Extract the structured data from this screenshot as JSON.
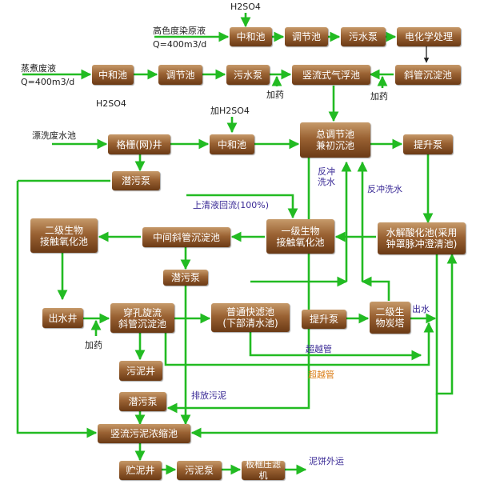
{
  "boxes": {
    "neutral_top": "中和池",
    "adjust_top": "调节池",
    "pump_top": "污水泵",
    "electrochem": "电化学处理",
    "neutral_mid": "中和池",
    "adjust_mid": "调节池",
    "pump_mid": "污水泵",
    "vertical_float": "竖流式气浮池",
    "incline_sed_top": "斜管沉淀池",
    "grid_well": "格栅(网)井",
    "neutral_row3": "中和池",
    "total_adjust": "总调节池\n兼初沉池",
    "lift_pump": "提升泵",
    "submersible_1": "潜污泵",
    "bio2_contact": "二级生物\n接触氧化池",
    "mid_incline_sed": "中间斜管沉淀池",
    "bio1_contact": "一级生物\n接触氧化池",
    "hydrolysis": "水解酸化池(采用\n钟罩脉冲澄清池)",
    "submersible_2": "潜污泵",
    "outlet_well": "出水井",
    "perforated_sed": "穿孔旋流\n斜管沉淀池",
    "fast_filter": "普通快滤池\n(下部清水池)",
    "lift_pump_2": "提升泵",
    "bio2_carbon": "二级生\n物炭塔",
    "sludge_well": "污泥井",
    "submersible_3": "潜污泵",
    "sludge_thickener": "竖流污泥浓缩池",
    "sludge_store": "贮泥井",
    "sludge_pump": "污泥泵",
    "filter_press": "板框压滤机"
  },
  "labels": {
    "h2so4_top": "H2SO4",
    "dye_water": "高色度染原液",
    "flow_top": "Q=400m3/d",
    "boil_water": "蒸煮废液",
    "flow_mid": "Q=400m3/d",
    "h2so4_mid": "H2SO4",
    "dose_1": "加药",
    "dose_2": "加药",
    "add_h2so4": "加H2SO4",
    "bleach_water": "漂洗废水池",
    "backwash_1": "反冲\n洗水",
    "backwash_2": "反冲洗水",
    "supernatant": "上清液回流(100%)",
    "dose_3": "加药",
    "outflow": "出水",
    "bypass_1": "超越管",
    "bypass_2": "超越管",
    "discharge_sludge": "排放污泥",
    "cake_out": "泥饼外运"
  },
  "colors": {
    "flow_line": "#22bb22",
    "box_top": "#c69a6a",
    "box_bottom": "#6b3a15"
  }
}
